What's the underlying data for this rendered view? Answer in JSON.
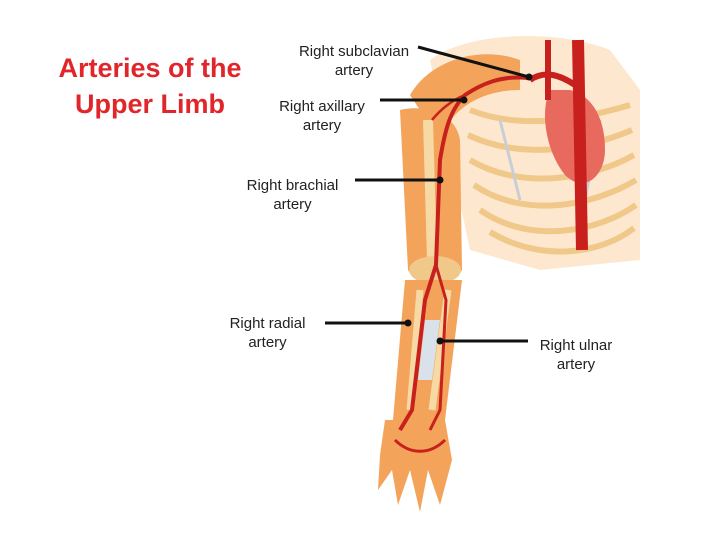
{
  "title": {
    "line1": "Arteries of the",
    "line2": "Upper Limb"
  },
  "labels": {
    "subclavian": {
      "line1": "Right subclavian",
      "line2": "artery"
    },
    "axillary": {
      "line1": "Right axillary",
      "line2": "artery"
    },
    "brachial": {
      "line1": "Right brachial",
      "line2": "artery"
    },
    "radial": {
      "line1": "Right radial",
      "line2": "artery"
    },
    "ulnar": {
      "line1": "Right ulnar",
      "line2": "artery"
    }
  },
  "colors": {
    "title": "#e0262a",
    "artery": "#c8201c",
    "bone": "#f0c98a",
    "muscle": "#f3a35a",
    "leader": "#111111"
  }
}
